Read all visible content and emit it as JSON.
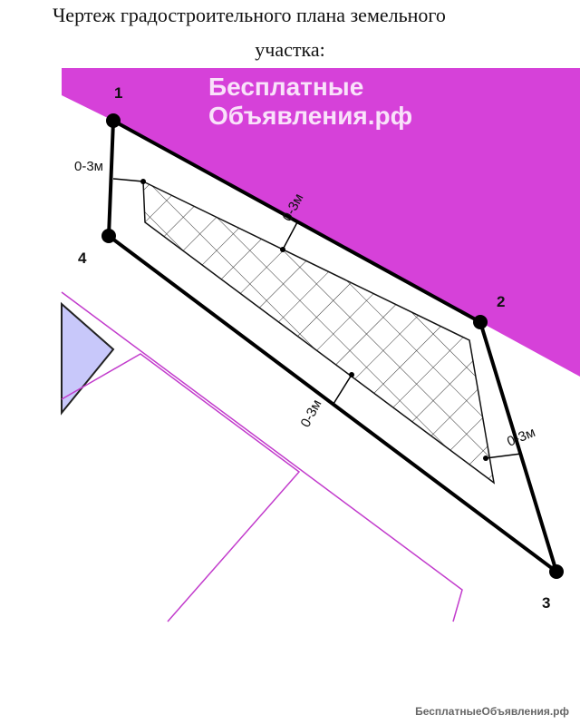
{
  "title_line1": "Чертеж градостроительного плана земельного",
  "title_line2": "участка:",
  "points": [
    "1",
    "2",
    "3",
    "4"
  ],
  "setback_labels": [
    "0-3м",
    "0-3м",
    "0-3м",
    "0-3м"
  ],
  "watermark": "Бесплатные Объявления.рф",
  "footer": "БесплатныеОбъявления.рф",
  "colors": {
    "zone": "#d641d9",
    "neighbor": "#c8c8fa",
    "lines": "#c23ccc"
  }
}
